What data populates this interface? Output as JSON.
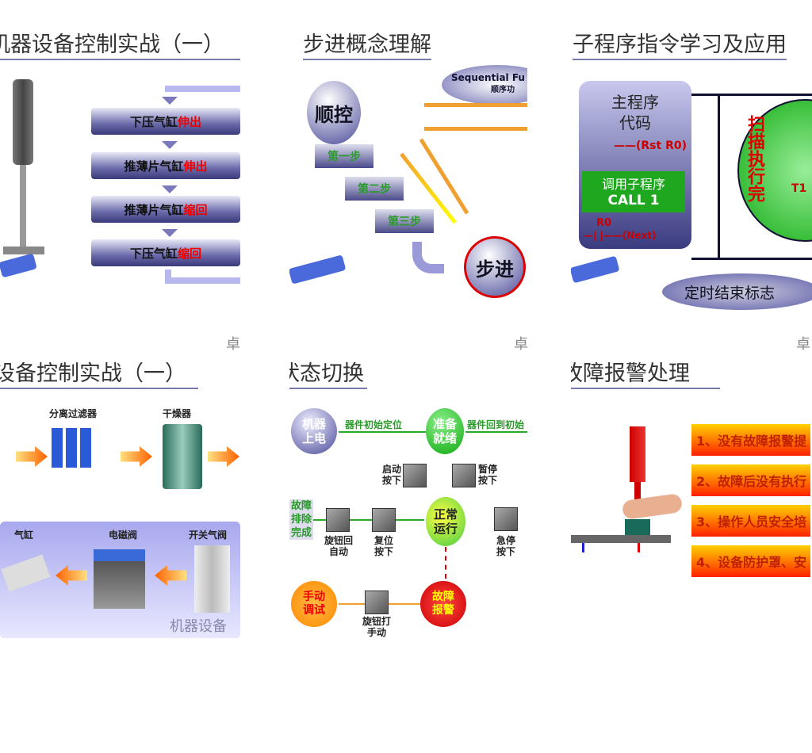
{
  "slides": [
    {
      "title": "机器设备控制实战（一）",
      "steps": [
        {
          "a": "下压气缸",
          "b": "伸出"
        },
        {
          "a": "推薄片气缸",
          "b": "伸出"
        },
        {
          "a": "推薄片气缸",
          "b": "缩回"
        },
        {
          "a": "下压气缸",
          "b": "缩回"
        }
      ]
    },
    {
      "title": "步进概念理解",
      "seq_en": "Sequential Fu",
      "seq_cn": "顺序功",
      "shunkong": "顺控",
      "steps": [
        "第一步",
        "第二步",
        "第三步"
      ],
      "bujin": "步进"
    },
    {
      "title": "子程序指令学习及应用",
      "main_code": "主程序\n代码",
      "rst": "——(Rst R0)",
      "call_cn": "调用子程序",
      "call": "CALL 1",
      "r0": "R0",
      "next": "—|  |——(Next)",
      "scan": "扫描执行完",
      "t1": "T1",
      "timer_flag": "定时结束标志"
    },
    {
      "title": "设备控制实战（一）",
      "filter": "分离过滤器",
      "dryer": "干燥器",
      "cylinder": "气缸",
      "solenoid": "电磁阀",
      "switch_valve": "开关气阀",
      "machine": "机器设备"
    },
    {
      "title": "状态切换",
      "power": "机器上电",
      "init": "器件初始定位",
      "ready": "准备就绪",
      "back_init": "器件回到初始",
      "start": "启动按下",
      "pause": "暂停按下",
      "fault_clear": "故障排除完成",
      "knob_auto": "旋钮回自动",
      "reset": "复位按下",
      "normal": "正常运行",
      "estop": "急停按下",
      "manual": "手动调试",
      "knob_manual": "旋钮打手动",
      "alarm": "故障报警"
    },
    {
      "title": "故障报警处理",
      "items": [
        "1、没有故障报警提",
        "2、故障后没有执行",
        "3、操作人员安全培",
        "4、设备防护罩、安"
      ]
    }
  ],
  "corner_icon": "卓"
}
